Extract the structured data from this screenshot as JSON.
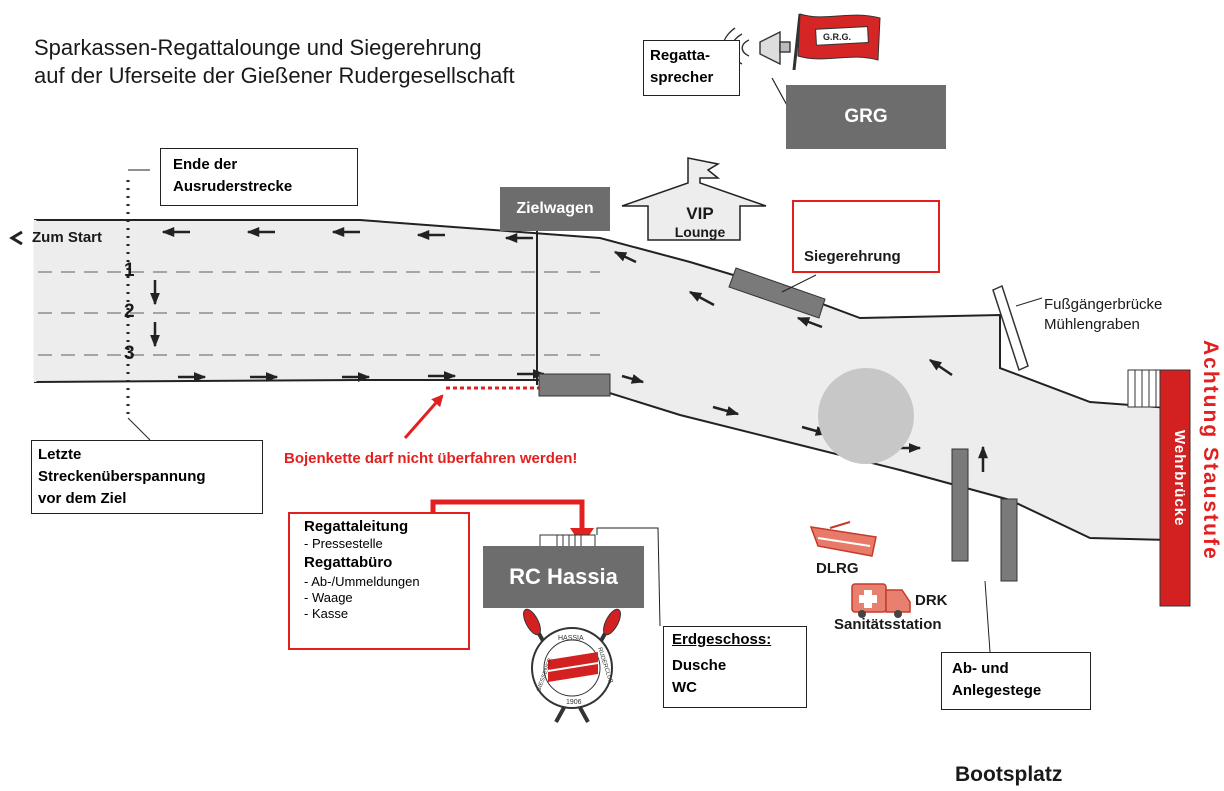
{
  "title": {
    "line1": "Sparkassen-Regattalounge und Siegerehrung",
    "line2": "auf der Uferseite der Gießener Rudergesellschaft"
  },
  "grg": {
    "speaker_line1": "Regatta-",
    "speaker_line2": "sprecher",
    "building": "GRG",
    "flag_text": "G.R.G."
  },
  "course": {
    "finish_stretch_line1": "Ende der",
    "finish_stretch_line2": "Ausruderstrecke",
    "to_start": "Zum Start",
    "lanes": [
      "1",
      "2",
      "3"
    ],
    "last_span_line1": "Letzte",
    "last_span_line2": "Streckenüberspannung",
    "last_span_line3": "vor dem Ziel",
    "finish_car": "Zielwagen",
    "buoy_warning": "Bojenkette darf nicht überfahren werden!"
  },
  "vip": {
    "line1": "VIP",
    "line2": "Lounge"
  },
  "ceremony": {
    "label": "Siegerehrung",
    "icon": "trophy-icon"
  },
  "bridge": {
    "line1": "Fußgängerbrücke",
    "line2": "Mühlengraben"
  },
  "weir": {
    "bridge": "Wehrbrücke",
    "warning": "Achtung Staustufe"
  },
  "office": {
    "heading1": "Regattaleitung",
    "item1": "- Pressestelle",
    "heading2": "Regattabüro",
    "items": [
      "- Ab-/Ummeldungen",
      "- Waage",
      "- Kasse"
    ]
  },
  "hassia": {
    "building": "RC Hassia",
    "logo_top": "HASSIA",
    "logo_left": "GIESSENER",
    "logo_right": "RUDERCLUB",
    "logo_year": "1906"
  },
  "ground_floor": {
    "heading": "Erdgeschoss:",
    "items": [
      "Dusche",
      "WC"
    ]
  },
  "dlrg": {
    "label": "DLRG"
  },
  "drk": {
    "line1": "DRK",
    "line2": "Sanitätsstation"
  },
  "jetties": {
    "line1": "Ab- und",
    "line2": "Anlegestege"
  },
  "boat_area": "Bootsplatz",
  "colors": {
    "water": "#ededed",
    "red": "#e32020",
    "building": "#6d6d6d",
    "weir": "#d32020"
  }
}
